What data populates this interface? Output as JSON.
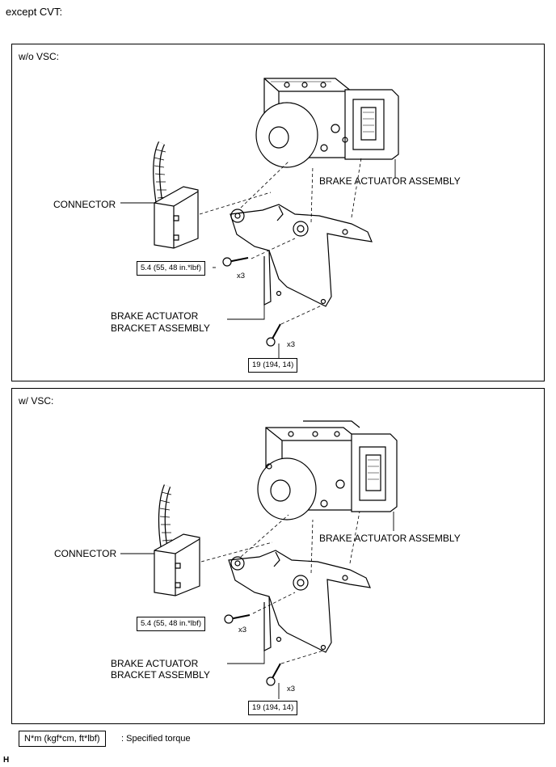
{
  "header": {
    "title": "except CVT:"
  },
  "panels": [
    {
      "label": "w/o VSC:",
      "connector_label": "CONNECTOR",
      "actuator_label": "BRAKE ACTUATOR ASSEMBLY",
      "bracket_label_line1": "BRAKE ACTUATOR",
      "bracket_label_line2": "BRACKET ASSEMBLY",
      "torque_small": "5.4 (55, 48 in.*lbf)",
      "torque_large": "19 (194, 14)",
      "qty_small": "x3",
      "qty_large": "x3"
    },
    {
      "label": "w/ VSC:",
      "connector_label": "CONNECTOR",
      "actuator_label": "BRAKE ACTUATOR ASSEMBLY",
      "bracket_label_line1": "BRAKE ACTUATOR",
      "bracket_label_line2": "BRACKET ASSEMBLY",
      "torque_small": "5.4 (55, 48 in.*lbf)",
      "torque_large": "19 (194, 14)",
      "qty_small": "x3",
      "qty_large": "x3"
    }
  ],
  "legend": {
    "box_text": "N*m (kgf*cm, ft*lbf)",
    "description": ": Specified torque"
  },
  "footer_code": "H"
}
